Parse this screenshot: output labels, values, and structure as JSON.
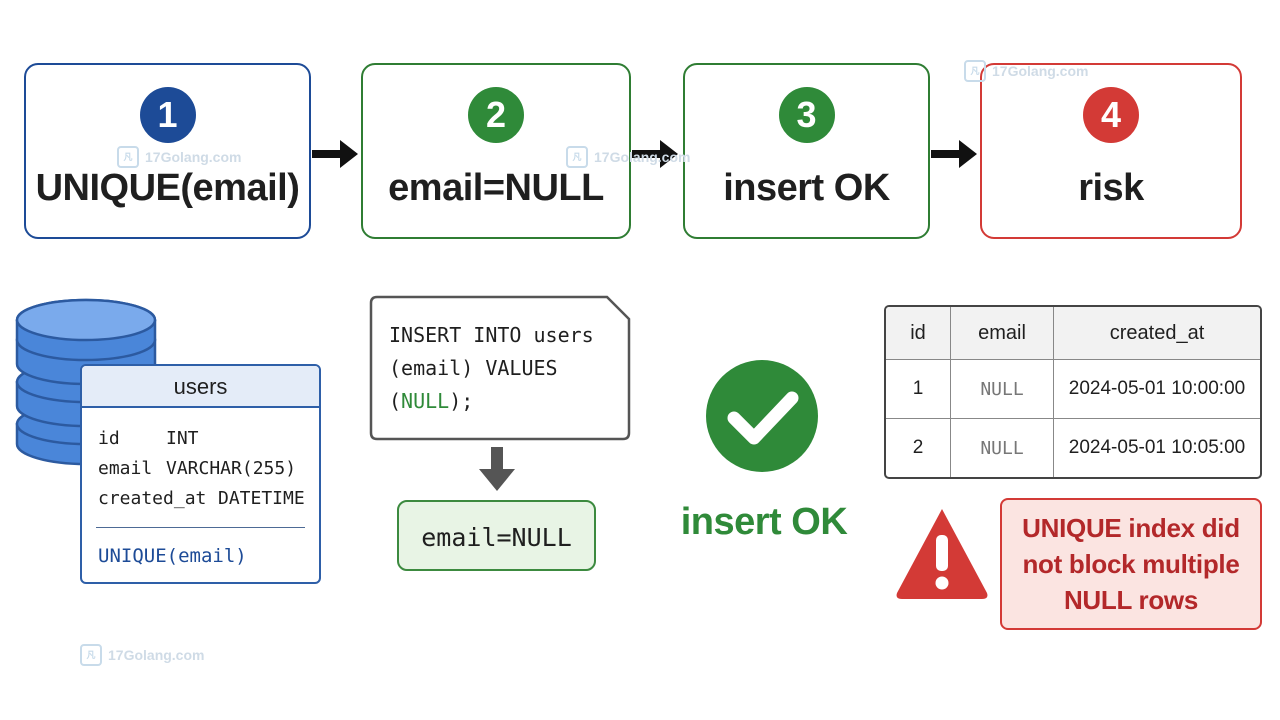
{
  "steps": [
    {
      "number": "1",
      "label": "UNIQUE(email)"
    },
    {
      "number": "2",
      "label": "email=NULL"
    },
    {
      "number": "3",
      "label": "insert OK"
    },
    {
      "number": "4",
      "label": "risk"
    }
  ],
  "users_table": {
    "title": "users",
    "fields": [
      {
        "name": "id",
        "type": "INT"
      },
      {
        "name": "email",
        "type": "VARCHAR(255)"
      },
      {
        "name": "created_at",
        "type": "DATETIME"
      }
    ],
    "constraint": "UNIQUE(email)"
  },
  "sql": {
    "line1": "INSERT INTO users",
    "line2": "(email) VALUES",
    "line3_open": "(",
    "line3_null": "NULL",
    "line3_close": ");"
  },
  "result_box": {
    "label": "email=NULL"
  },
  "insert_result": {
    "label": "insert OK"
  },
  "result_table": {
    "columns": [
      "id",
      "email",
      "created_at"
    ],
    "rows": [
      [
        "1",
        "NULL",
        "2024-05-01 10:00:00"
      ],
      [
        "2",
        "NULL",
        "2024-05-01 10:05:00"
      ]
    ]
  },
  "warning": {
    "text": "UNIQUE index did\nnot block multiple\nNULL rows"
  },
  "watermark": {
    "text": "17Golang.com"
  },
  "colors": {
    "blue": "#1d4b97",
    "green": "#2f8a39",
    "red": "#d33a36"
  },
  "icons": [
    "database-icon",
    "arrow-right-icon",
    "arrow-down-icon",
    "check-circle-icon",
    "warning-triangle-icon"
  ]
}
